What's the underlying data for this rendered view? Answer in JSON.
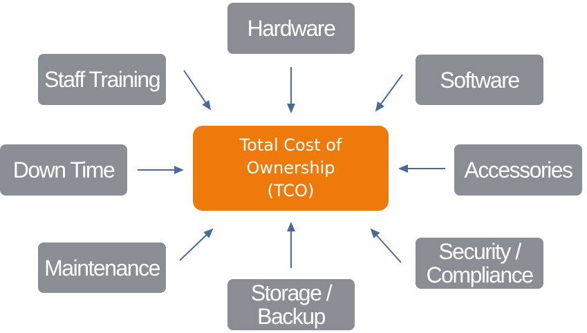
{
  "center": {
    "label": "Total Cost of\nOwnership\n(TCO)"
  },
  "factors": [
    {
      "id": "hardware",
      "label": "Hardware"
    },
    {
      "id": "staff-training",
      "label": "Staff Training"
    },
    {
      "id": "software",
      "label": "Software"
    },
    {
      "id": "down-time",
      "label": "Down Time"
    },
    {
      "id": "accessories",
      "label": "Accessories"
    },
    {
      "id": "maintenance",
      "label": "Maintenance"
    },
    {
      "id": "storage-backup",
      "label": "Storage /\nBackup"
    },
    {
      "id": "security-compliance",
      "label": "Security /\nCompliance"
    }
  ],
  "colors": {
    "center": "#ef7a0c",
    "box": "#8b8d95",
    "arrow": "#4a6a9a"
  }
}
